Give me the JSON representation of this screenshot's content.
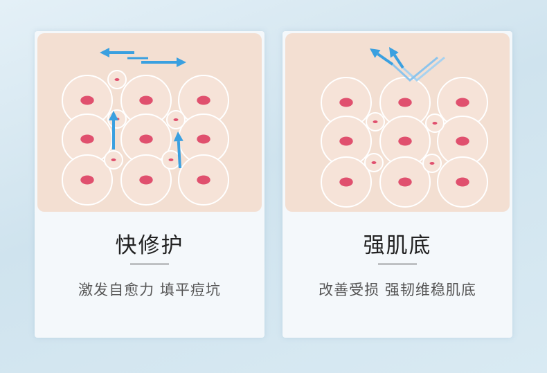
{
  "cards": [
    {
      "title": "快修护",
      "subtitle": "激发自愈力 填平痘坑"
    },
    {
      "title": "强肌底",
      "subtitle": "改善受损 强韧维稳肌底"
    }
  ],
  "colors": {
    "skin": "#f3dfd2",
    "cell_core": "#e0506e",
    "arrow": "#3aa0e0"
  }
}
